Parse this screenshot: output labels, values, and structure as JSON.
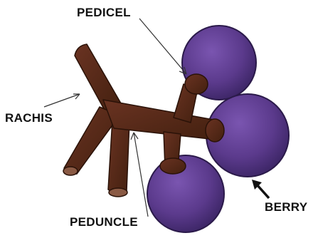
{
  "labels": {
    "pedicel": "PEDICEL",
    "rachis": "RACHIS",
    "peduncle": "PEDUNCLE",
    "berry": "BERRY"
  },
  "colors": {
    "stem": "#5a2a1a",
    "stem_dark": "#3a1a10",
    "berry": "#5b3a8c",
    "berry_dark": "#3a2463",
    "label_text": "#111111"
  }
}
